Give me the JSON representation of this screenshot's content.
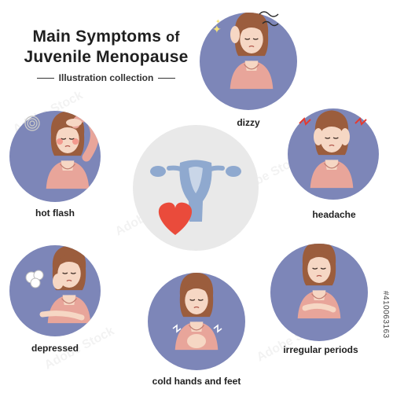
{
  "title": {
    "line1_main": "Main Symptoms",
    "line1_of": "of",
    "line2": "Juvenile Menopause"
  },
  "subtitle": "Illustration collection",
  "symptoms": {
    "dizzy": "dizzy",
    "hot_flash": "hot flash",
    "headache": "headache",
    "depressed": "depressed",
    "cold_hands_feet": "cold hands and feet",
    "irregular_periods": "irregular periods"
  },
  "stock_id": "#410063163",
  "colors": {
    "circle_bg": "#7d86b8",
    "center_bg": "#e9e9e9",
    "uterus": "#8fa9cf",
    "heart": "#ea4b3b",
    "skin": "#f6d7c4",
    "hair": "#9b5d3d",
    "shirt": "#e8a59a"
  }
}
